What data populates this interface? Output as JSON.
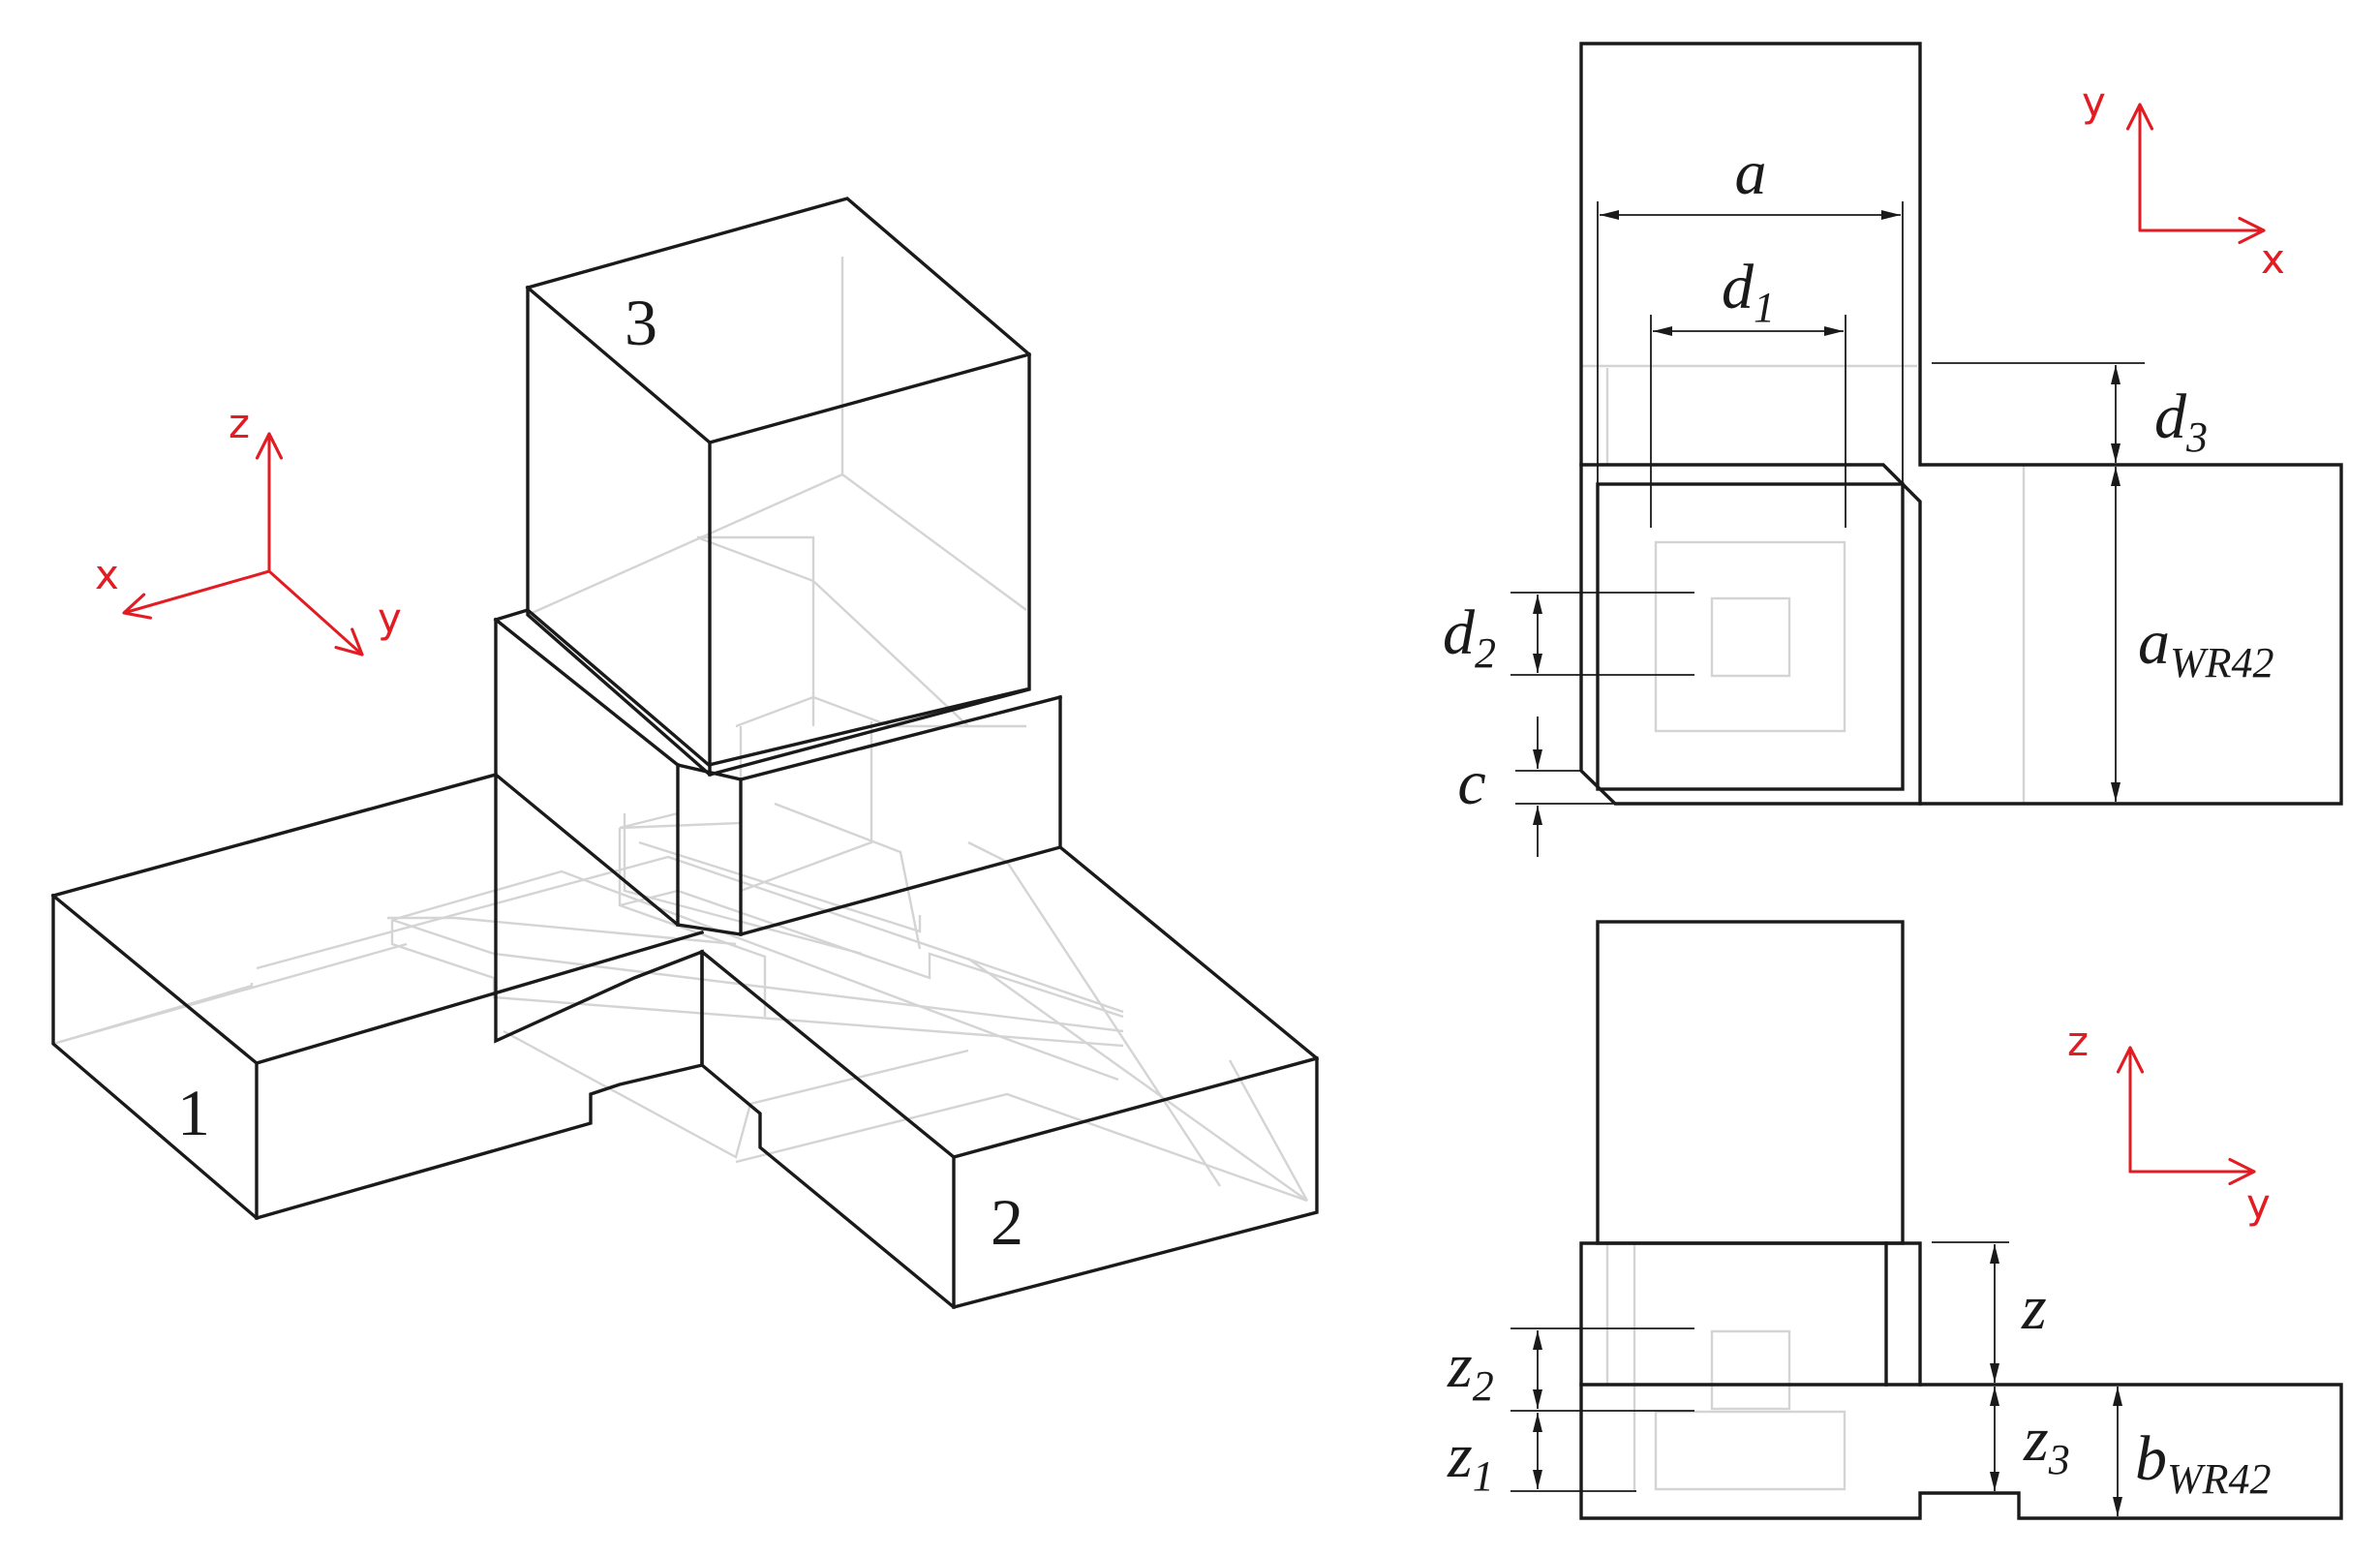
{
  "iso_view": {
    "part_labels": [
      "1",
      "2",
      "3"
    ],
    "axes": {
      "x": "x",
      "y": "y",
      "z": "z"
    }
  },
  "top_view": {
    "axes": {
      "x": "x",
      "y": "y"
    },
    "dimensions": {
      "a": {
        "main": "a",
        "sub": ""
      },
      "d1": {
        "main": "d",
        "sub": "1"
      },
      "d2": {
        "main": "d",
        "sub": "2"
      },
      "d3": {
        "main": "d",
        "sub": "3"
      },
      "c": {
        "main": "c",
        "sub": ""
      },
      "a_wr42": {
        "main": "a",
        "sub": "WR42"
      }
    }
  },
  "side_view": {
    "axes": {
      "y": "y",
      "z": "z"
    },
    "dimensions": {
      "z": {
        "main": "z",
        "sub": ""
      },
      "z1": {
        "main": "z",
        "sub": "1"
      },
      "z2": {
        "main": "z",
        "sub": "2"
      },
      "z3": {
        "main": "z",
        "sub": "3"
      },
      "b_wr42": {
        "main": "b",
        "sub": "WR42"
      }
    }
  },
  "colors": {
    "axis": "#e31b23",
    "line": "#1a1a1a",
    "hidden": "#d4d4d4"
  }
}
